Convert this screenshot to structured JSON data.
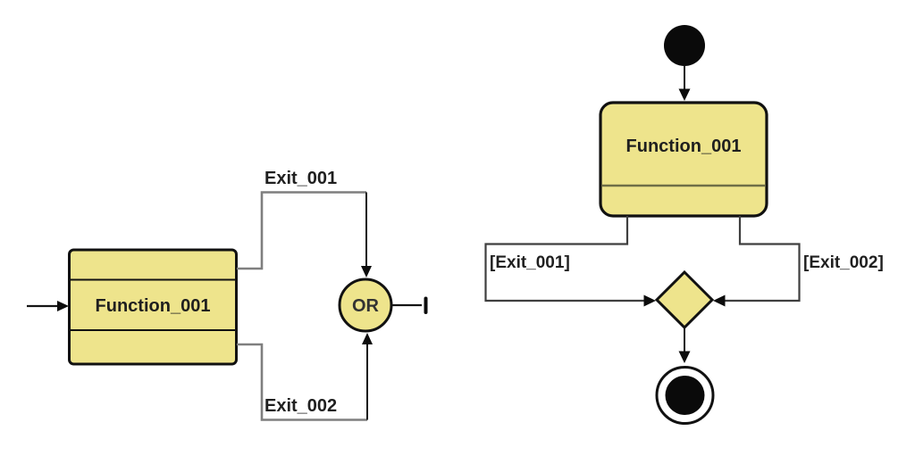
{
  "colors": {
    "background": "#ffffff",
    "node_fill": "#eee48c",
    "node_border": "#111111",
    "connector_gray": "#7f7f7f",
    "connector_dark": "#3f3f3f",
    "divider_olive": "#6e6e46",
    "arrow_black": "#0c0c0c"
  },
  "left_diagram": {
    "type": "function-block-diagram",
    "function_block": {
      "label": "Function_001"
    },
    "or_junction": {
      "label": "OR"
    },
    "exit_labels": [
      "Exit_001",
      "Exit_002"
    ]
  },
  "right_diagram": {
    "type": "uml-activity-diagram",
    "action_node": {
      "label": "Function_001"
    },
    "guard_labels": [
      "[Exit_001]",
      "[Exit_002]"
    ],
    "icons": {
      "initial": "initial-node-icon",
      "final": "activity-final-node-icon",
      "decision": "decision-diamond-icon"
    }
  }
}
